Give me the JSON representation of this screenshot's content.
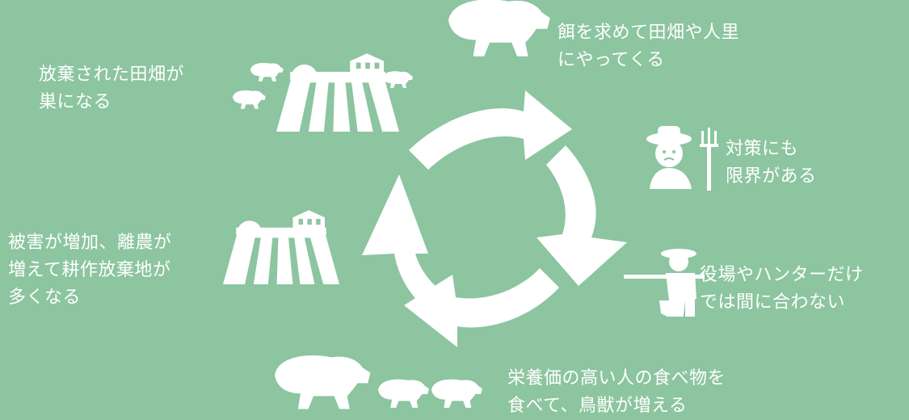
{
  "colors": {
    "background": "#8cc5a0",
    "foreground": "#ffffff"
  },
  "steps": [
    {
      "icon": "wild-boar-icon",
      "lines": [
        "餌を求めて田畑や人里",
        "にやってくる"
      ]
    },
    {
      "icon": "farmer-with-pitchfork-icon",
      "lines": [
        "対策にも",
        "限界がある"
      ]
    },
    {
      "icon": "hunter-with-rifle-icon",
      "lines": [
        "役場やハンターだけ",
        "では間に合わない"
      ]
    },
    {
      "icon": "boar-family-icon",
      "lines": [
        "栄養価の高い人の食べ物を",
        "食べて、鳥獣が増える"
      ]
    },
    {
      "icon": "abandoned-farmland-icon",
      "lines": [
        "被害が増加、離農が",
        "増えて耕作放棄地が",
        "多くなる"
      ]
    },
    {
      "icon": "boars-in-farmland-icon",
      "lines": [
        "放棄された田畑が",
        "巣になる"
      ]
    }
  ],
  "cycle_icon": "cycle-arrows-icon"
}
